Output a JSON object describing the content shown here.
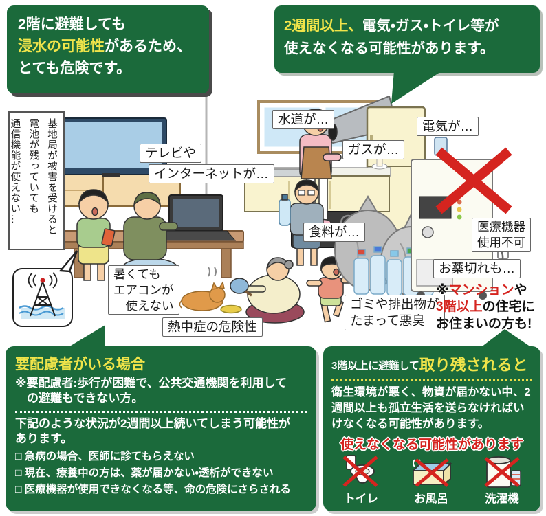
{
  "colors": {
    "green": "#1b6a3b",
    "yellow": "#f0e44a",
    "red": "#d5241f"
  },
  "boxes": {
    "top_left": {
      "line1": "2階に避難しても",
      "line2_hl": "浸水の可能性",
      "line2_rest": "があるため、",
      "line3": "とても危険です。"
    },
    "top_right": {
      "line1_hl": "2週間以上、",
      "line1_rest": "電気・ガス・トイレ等が",
      "line2": "使えなくなる可能性があります。"
    },
    "bottom_left": {
      "title": "要配慮者がいる場合",
      "note1": "※要配慮者:歩行が困難で、公共交通機関を利用して",
      "note2": "　の避難もできない方。",
      "body1": "下記のような状況が2週間以上続いてしまう可能性が",
      "body2": "あります。",
      "items": [
        "□ 急病の場合、医師に診てもらえない",
        "□ 現在、療養中の方は、薬が届かない・透析ができない",
        "□ 医療機器が使用できなくなる等、命の危険にさらされる"
      ]
    },
    "bottom_right": {
      "title_small": "3階以上に避難して",
      "title_big": "取り残されると",
      "body": "衛生環境が悪く、物資が届かない中、2週間以上も孤立生活を送らなければいけなくなる可能性があります。",
      "warning": "使えなくなる可能性があります",
      "icons": [
        {
          "name": "toilet-icon",
          "label": "トイレ"
        },
        {
          "name": "bath-icon",
          "label": "お風呂"
        },
        {
          "name": "washing-machine-icon",
          "label": "洗濯機"
        }
      ]
    }
  },
  "scene": {
    "vertical_note": {
      "v1": "基地局が被害を受けると",
      "v2": "電池が残っていても",
      "v3": "通信機能が使えない…"
    },
    "labels": {
      "tv": "テレビや",
      "internet": "インターネットが…",
      "water": "水道が…",
      "gas": "ガスが…",
      "electricity": "電気が…",
      "food": "食料が…",
      "medical1": "医療機器",
      "medical2": "使用不可",
      "medicine": "お薬切れも…",
      "aircon1": "暑くても",
      "aircon2": "エアコンが",
      "aircon3": "使えない",
      "heatstroke": "熱中症の危険性",
      "garbage1": "ゴミや排出物が",
      "garbage2": "たまって悪臭"
    },
    "mansion_note": {
      "p1": "※",
      "r1": "マンション",
      "p2": "や",
      "r2": "3階以上",
      "p3": "の住宅に",
      "p4": "お住まいの方も!"
    }
  }
}
